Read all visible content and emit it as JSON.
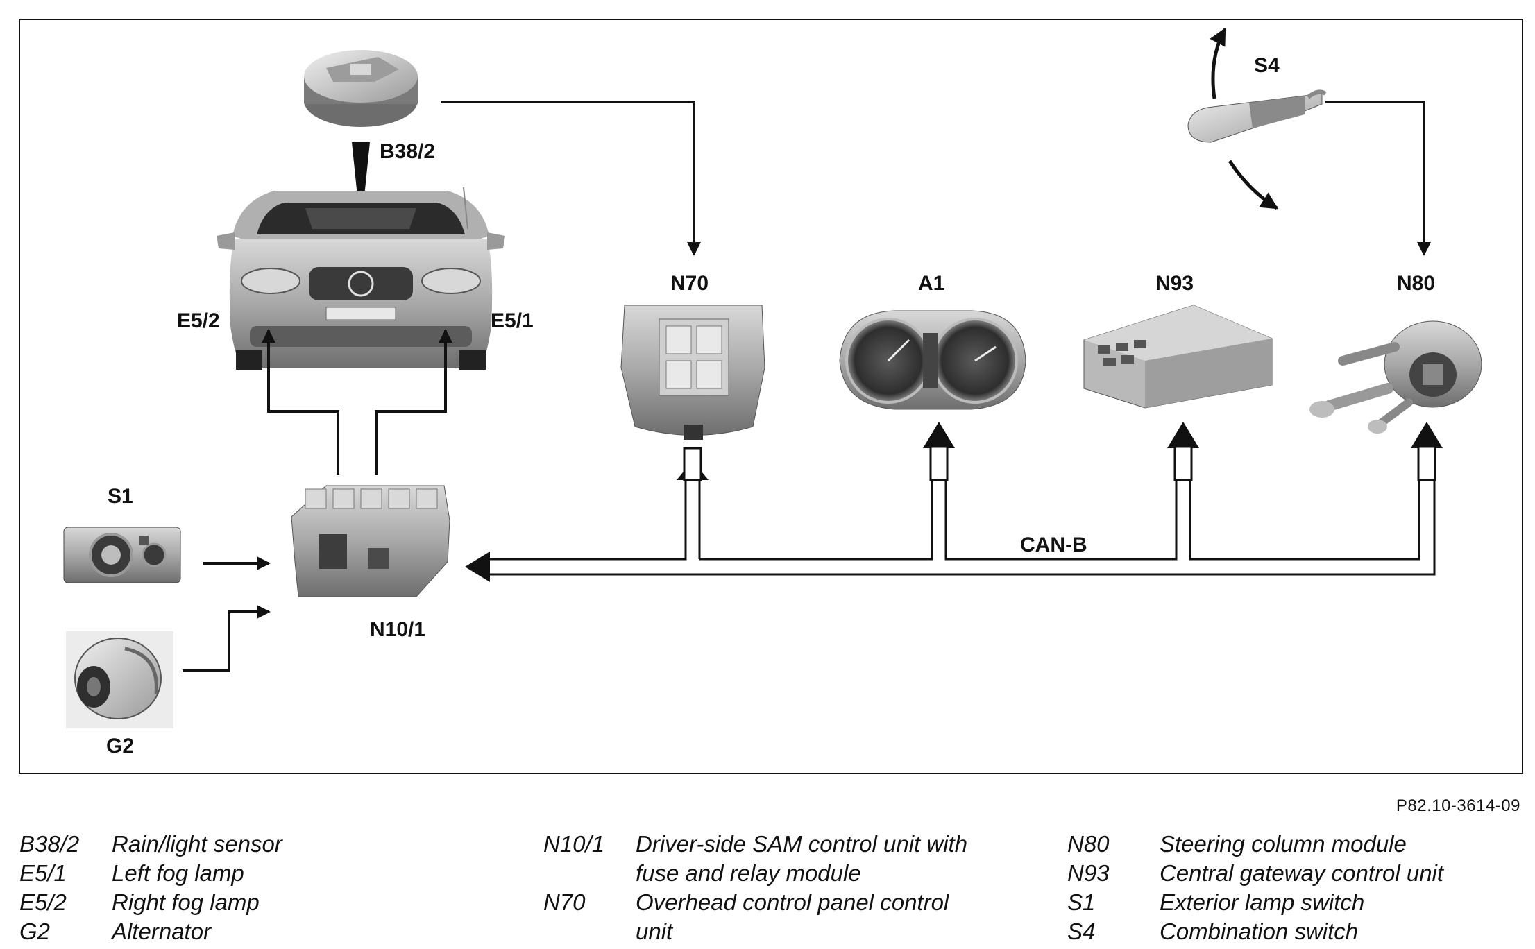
{
  "labels": {
    "b38_2": "B38/2",
    "e5_2": "E5/2",
    "e5_1": "E5/1",
    "s1": "S1",
    "g2": "G2",
    "n10_1": "N10/1",
    "n70": "N70",
    "a1": "A1",
    "n93": "N93",
    "n80": "N80",
    "s4": "S4",
    "can_b": "CAN-B"
  },
  "reference": "P82.10-3614-09",
  "legend": {
    "col1": [
      {
        "code": "B38/2",
        "desc": "Rain/light sensor"
      },
      {
        "code": "E5/1",
        "desc": "Left fog lamp"
      },
      {
        "code": "E5/2",
        "desc": "Right fog lamp"
      },
      {
        "code": "G2",
        "desc": "Alternator"
      }
    ],
    "col2": [
      {
        "code": "N10/1",
        "desc1": "Driver-side SAM control unit with",
        "desc2": "fuse and relay module"
      },
      {
        "code": "N70",
        "desc1": "Overhead control panel control",
        "desc2": "unit"
      }
    ],
    "col3": [
      {
        "code": "N80",
        "desc": "Steering column module"
      },
      {
        "code": "N93",
        "desc": "Central gateway control unit"
      },
      {
        "code": "S1",
        "desc": "Exterior lamp switch"
      },
      {
        "code": "S4",
        "desc": "Combination switch"
      }
    ]
  }
}
